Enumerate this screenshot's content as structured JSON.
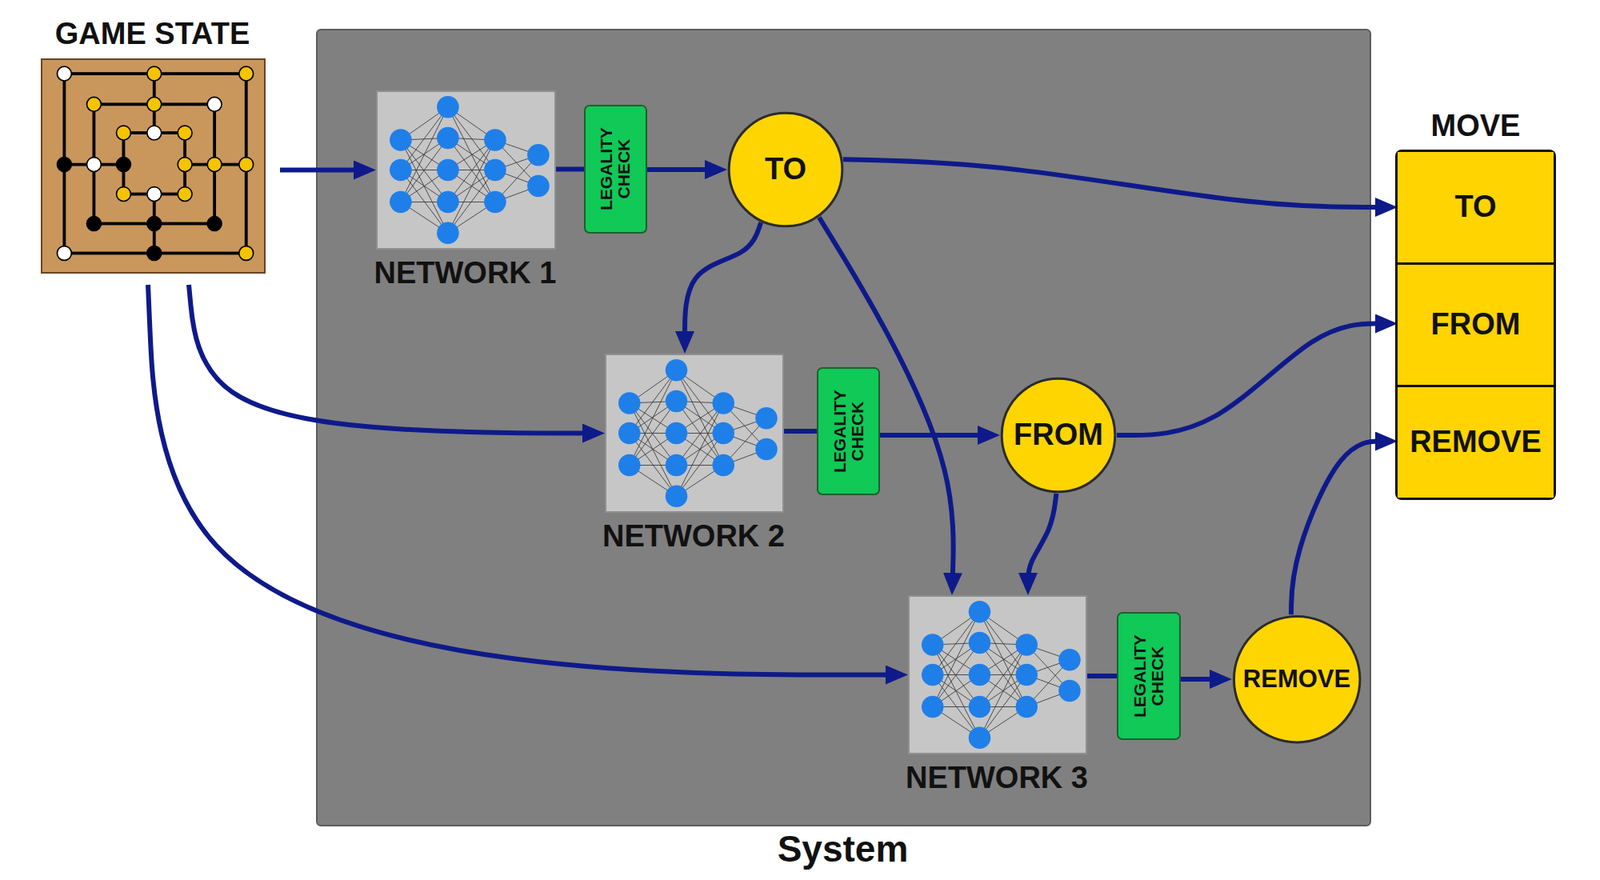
{
  "diagram": {
    "nodes": [
      {
        "text": [
          "GAME STATE"
        ]
      },
      {
        "text": [
          "System"
        ]
      },
      {
        "text": [
          "NETWORK 1"
        ],
        "in": 1
      },
      {
        "text": [
          "LEGALITY CHECK"
        ],
        "in": 1
      },
      {
        "text": [
          "TO"
        ],
        "in": 1
      },
      {
        "text": [
          "NETWORK 2"
        ],
        "in": 1
      },
      {
        "text": [
          "LEGALITY CHECK"
        ],
        "in": 1
      },
      {
        "text": [
          "FROM"
        ],
        "in": 1
      },
      {
        "text": [
          "NETWORK 3"
        ],
        "in": 1
      },
      {
        "text": [
          "LEGALITY CHECK"
        ],
        "in": 1
      },
      {
        "text": [
          "REMOVE"
        ],
        "in": 1
      },
      {
        "text": [
          "MOVE"
        ]
      },
      {
        "text": [
          "TO"
        ],
        "in": 11
      },
      {
        "text": [
          "FROM"
        ],
        "in": 11
      },
      {
        "text": [
          "REMOVE"
        ],
        "in": 11
      }
    ],
    "edges": [
      {
        "from": 0,
        "to": 2,
        "arrow": "to"
      },
      {
        "from": 2,
        "to": 3,
        "arrow": "none"
      },
      {
        "from": 3,
        "to": 4,
        "arrow": "to"
      },
      {
        "from": 4,
        "to": 12,
        "arrow": "to"
      },
      {
        "from": 4,
        "to": 5,
        "arrow": "to"
      },
      {
        "from": 4,
        "to": 8,
        "arrow": "to"
      },
      {
        "from": 0,
        "to": 5,
        "arrow": "to"
      },
      {
        "from": 5,
        "to": 6,
        "arrow": "none"
      },
      {
        "from": 6,
        "to": 7,
        "arrow": "to"
      },
      {
        "from": 7,
        "to": 13,
        "arrow": "to"
      },
      {
        "from": 7,
        "to": 8,
        "arrow": "to"
      },
      {
        "from": 0,
        "to": 8,
        "arrow": "to"
      },
      {
        "from": 8,
        "to": 9,
        "arrow": "none"
      },
      {
        "from": 9,
        "to": 10,
        "arrow": "to"
      },
      {
        "from": 10,
        "to": 14,
        "arrow": "to"
      }
    ]
  }
}
